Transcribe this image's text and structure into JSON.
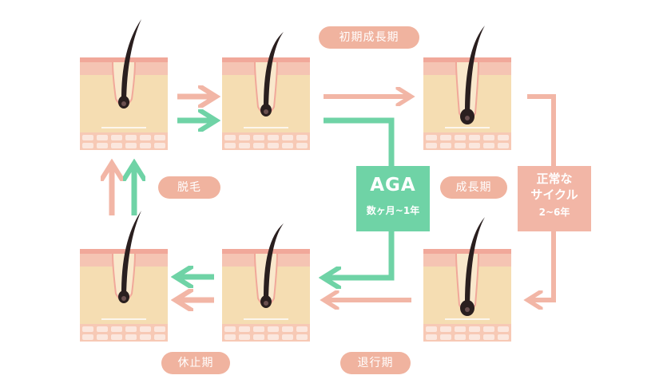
{
  "labels": {
    "early_growth": "初期成長期",
    "hair_removal": "脱毛",
    "growth": "成長期",
    "resting": "休止期",
    "regression": "退行期"
  },
  "aga_box": {
    "title": "AGA",
    "subtitle": "数ヶ月~1年"
  },
  "normal_box": {
    "line1": "正常な",
    "line2": "サイクル",
    "subtitle": "2~6年"
  },
  "colors": {
    "skin_top": "#f5c4b3",
    "skin_stripe": "#f1a89a",
    "dermis": "#f5ddb2",
    "fat": "#f7c9b5",
    "hair": "#2a1f1f",
    "pink_arrow": "#f2b6a6",
    "green_arrow": "#6fd3a6"
  }
}
